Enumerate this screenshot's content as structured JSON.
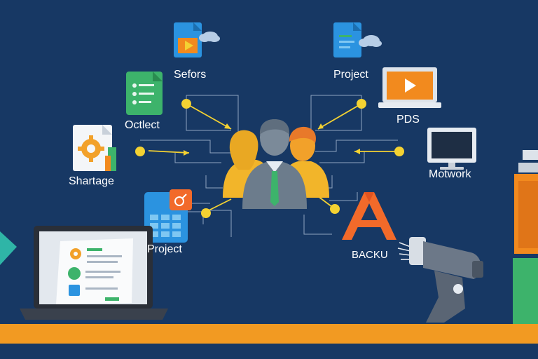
{
  "labels": {
    "sefors": "Sefors",
    "project_top": "Project",
    "octlect": "Octlect",
    "pds": "PDS",
    "shartage": "Shartage",
    "motwork": "Motwork",
    "project_bottom": "Project",
    "backu": "BACKU"
  },
  "icons": [
    "video-file-cloud-icon",
    "document-cloud-icon",
    "list-document-icon",
    "laptop-play-icon",
    "gear-document-icon",
    "monitor-icon",
    "calculator-icon",
    "letter-a-icon",
    "team-people-icon",
    "laptop-document-icon",
    "barcode-scanner-icon"
  ],
  "colors": {
    "background": "#173864",
    "connector_dot": "#F4D232",
    "connector_line": "#8FA3BF",
    "accent_orange": "#F28A1E",
    "accent_green": "#3DB36B",
    "accent_blue": "#2B93E0"
  }
}
